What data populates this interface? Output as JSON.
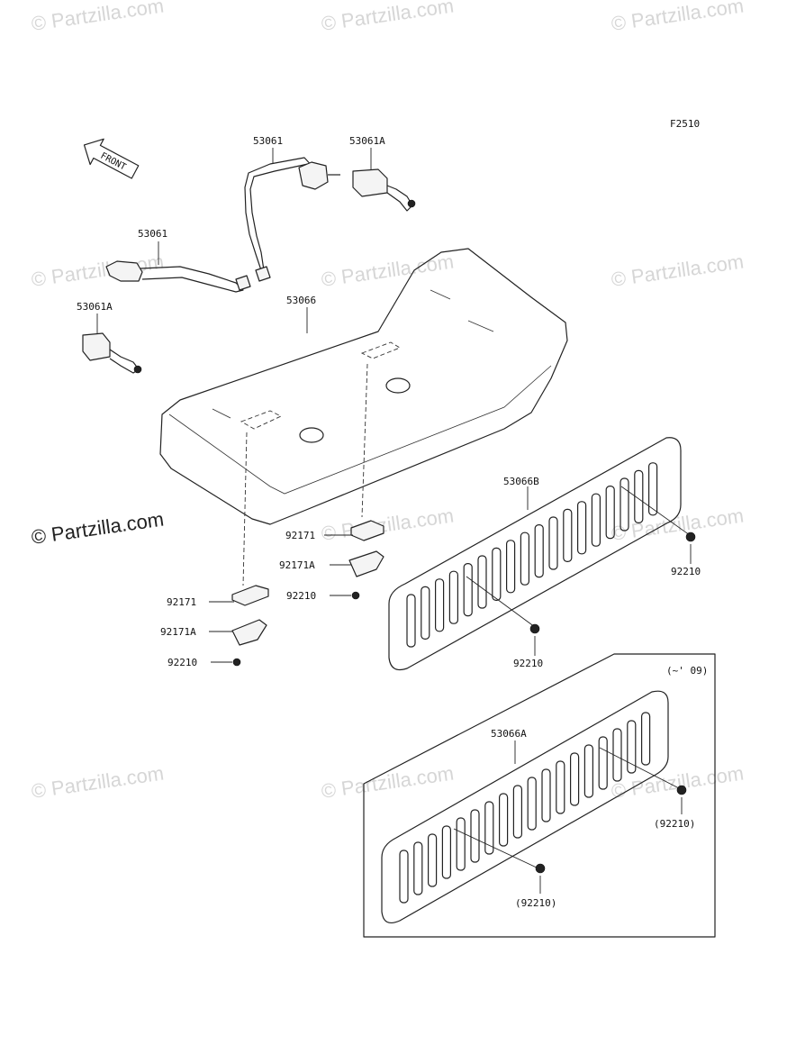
{
  "figure_code": "F2510",
  "watermarks": {
    "text": "© Partzilla.com",
    "main": "© Partzilla.com"
  },
  "front_label": "FRONT",
  "date_note": "(~' 09)",
  "parts": {
    "seat_belt_upper": "53061",
    "buckle_upper": "53061A",
    "seat_belt_lower": "53061",
    "buckle_lower": "53061A",
    "seat": "53066",
    "back_panel_b": "53066B",
    "back_panel_a": "53066A",
    "bracket_right": "92171",
    "plate_right": "92171A",
    "nut_right": "92210",
    "bracket_left": "92171",
    "plate_left": "92171A",
    "nut_left": "92210",
    "nut_panel_b_right": "92210",
    "nut_panel_b_center": "92210",
    "nut_panel_a_right": "(92210)",
    "nut_panel_a_center": "(92210)"
  }
}
